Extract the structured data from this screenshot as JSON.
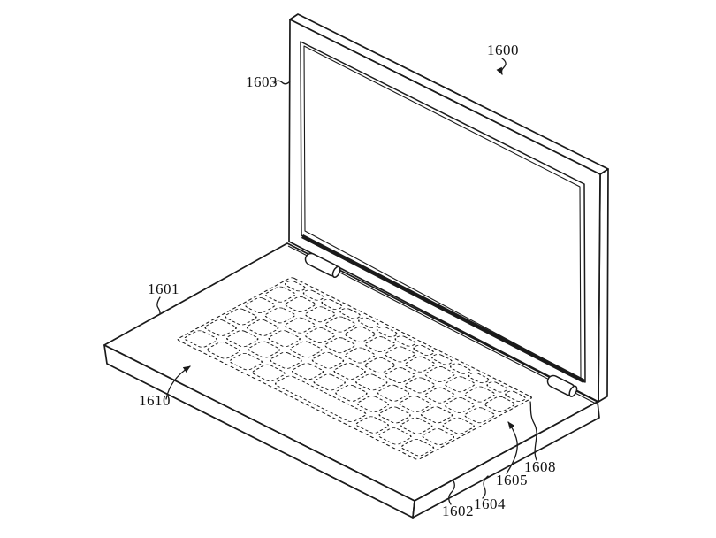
{
  "figure": {
    "type": "patent-line-drawing",
    "labels": {
      "1600": "1600",
      "1601": "1601",
      "1602": "1602",
      "1603": "1603",
      "1604": "1604",
      "1605": "1605",
      "1608": "1608",
      "1610": "1610"
    },
    "colors": {
      "background": "#ffffff",
      "line": "#1a1a1a",
      "text": "#111111"
    }
  }
}
